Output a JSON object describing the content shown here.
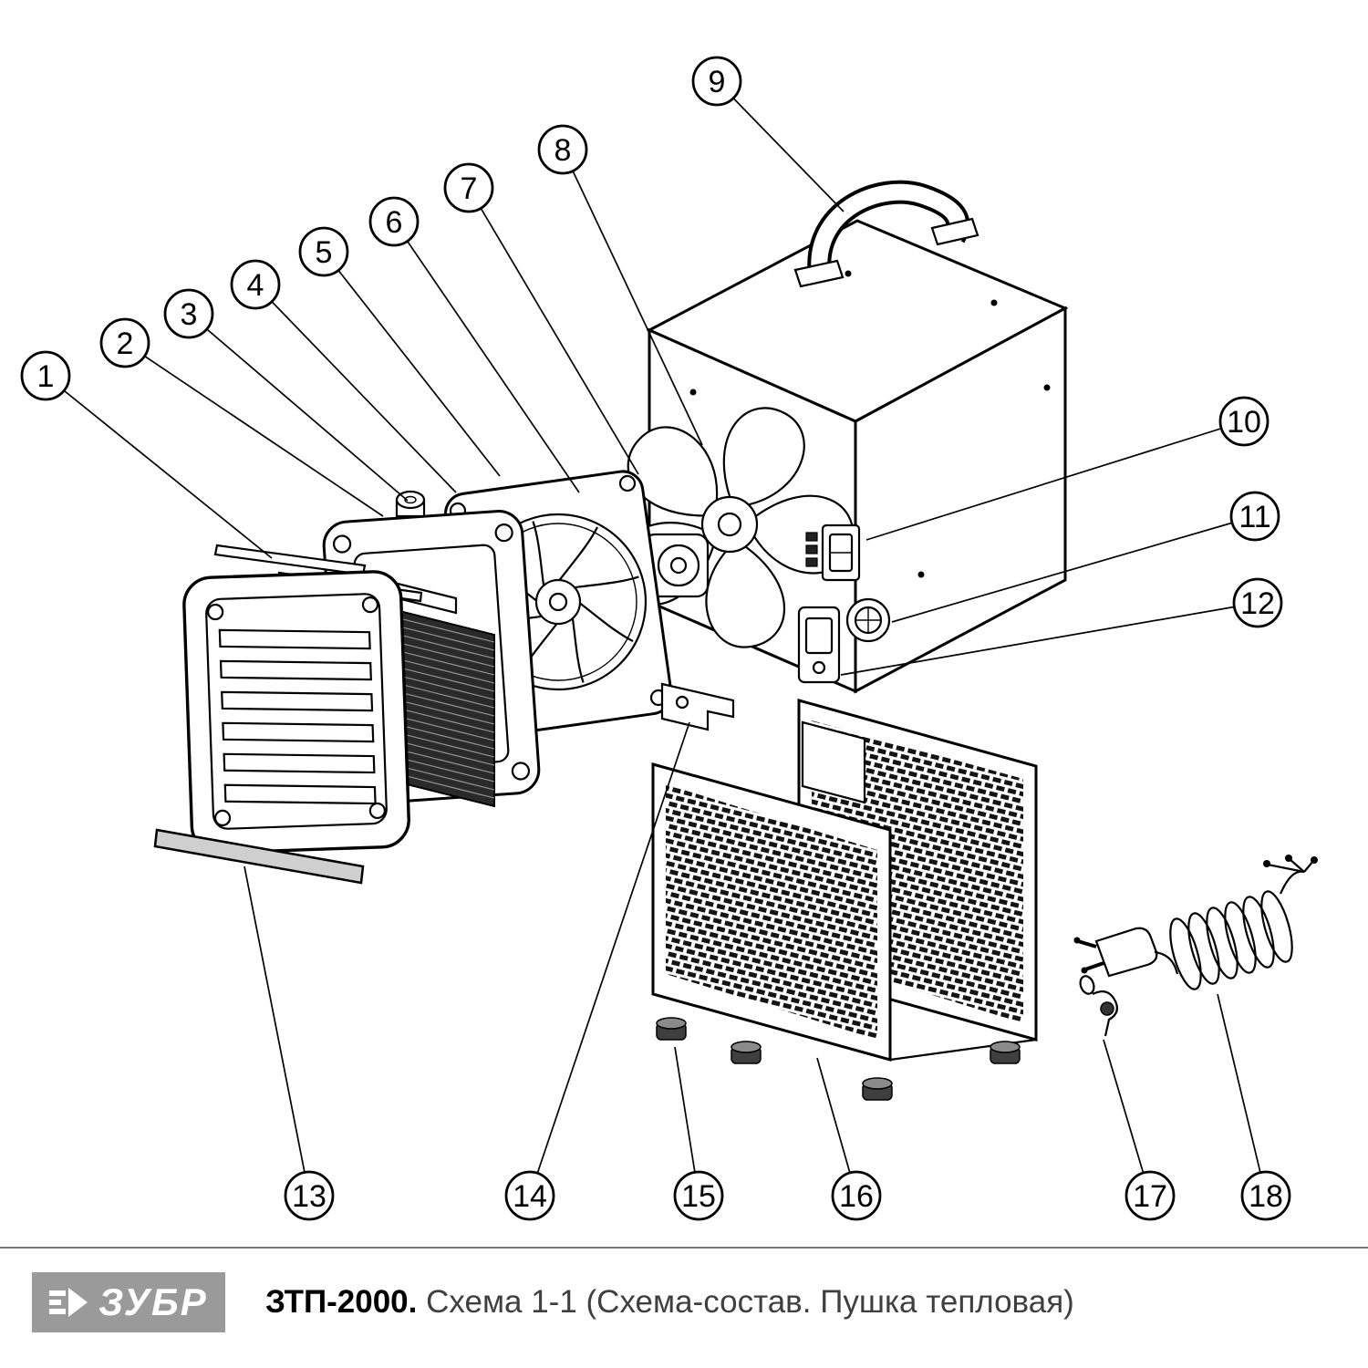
{
  "diagram": {
    "callouts": [
      {
        "label": "1"
      },
      {
        "label": "2"
      },
      {
        "label": "3"
      },
      {
        "label": "4"
      },
      {
        "label": "5"
      },
      {
        "label": "6"
      },
      {
        "label": "7"
      },
      {
        "label": "8"
      },
      {
        "label": "9"
      },
      {
        "label": "10"
      },
      {
        "label": "11"
      },
      {
        "label": "12"
      },
      {
        "label": "13"
      },
      {
        "label": "14"
      },
      {
        "label": "15"
      },
      {
        "label": "16"
      },
      {
        "label": "17"
      },
      {
        "label": "18"
      }
    ]
  },
  "footer": {
    "brand": "ЗУБР",
    "model": "ЗТП-2000.",
    "caption": "Схема 1-1 (Схема-состав. Пушка тепловая)"
  },
  "colors": {
    "line": "#000000",
    "logo_bg": "#9a9a9a",
    "heater_fill": "#2a2a2a"
  }
}
